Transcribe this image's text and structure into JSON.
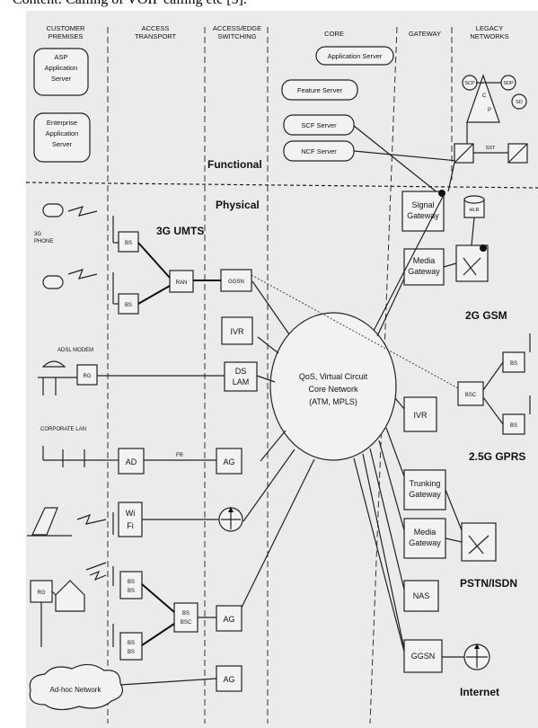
{
  "caption": "Content: Calling of VOIP calling etc [5].",
  "columns": {
    "customer": [
      "CUSTOMER",
      "PREMISES"
    ],
    "access": [
      "ACCESS",
      "TRANSPORT"
    ],
    "edge": [
      "ACCESS/EDGE",
      "SWITCHING"
    ],
    "core": "CORE",
    "gateway": "GATEWAY",
    "legacy": [
      "LEGACY",
      "NETWORKS"
    ]
  },
  "planes": {
    "functional": "Functional",
    "physical": "Physical"
  },
  "servers": {
    "asp": [
      "ASP",
      "Application",
      "Server"
    ],
    "enterprise": [
      "Enterprise",
      "Application",
      "Server"
    ],
    "app_server": "Application Server",
    "feature_server": "Feature Server",
    "scf_server": "SCF Server",
    "ncf_server": "NCF Server"
  },
  "legacy_nodes": {
    "scp": "SCP",
    "sdp": "SDP",
    "sd": "SD",
    "c": "C",
    "p": "P",
    "sst": "SST",
    "hlr": "HLR"
  },
  "networks": {
    "umts": "3G UMTS",
    "gsm": "2G GSM",
    "gprs": "2.5G GPRS",
    "pstn": "PSTN/ISDN",
    "internet": "Internet"
  },
  "customer_labels": {
    "phone": [
      "3G",
      "PHONE"
    ],
    "adsl": "ADSL MODEM",
    "corp_lan": "CORPORATE LAN",
    "adhoc": "Ad-hoc Network"
  },
  "nodes": {
    "bs": "BS",
    "ran": "RAN",
    "ggsn_small": "GGSN",
    "ivr": "IVR",
    "dslam": [
      "DS",
      "LAM"
    ],
    "rg": "RG",
    "ad": "AD",
    "fr": "FR",
    "ag": "AG",
    "wifi": [
      "Wi",
      "Fi"
    ],
    "bs_bs": [
      "BS",
      "BS"
    ],
    "bs_bsc": [
      "BS",
      "BSC"
    ],
    "bsc": "BSC",
    "core_network": [
      "QoS, Virtual Circuit",
      "Core Network",
      "(ATM, MPLS)"
    ]
  },
  "gateways": {
    "signal": [
      "Signal",
      "Gateway"
    ],
    "media": [
      "Media",
      "Gateway"
    ],
    "ivr": "IVR",
    "trunking": [
      "Trunking",
      "Gateway"
    ],
    "media2": [
      "Media",
      "Gateway"
    ],
    "nas": "NAS",
    "ggsn": "GGSN"
  }
}
